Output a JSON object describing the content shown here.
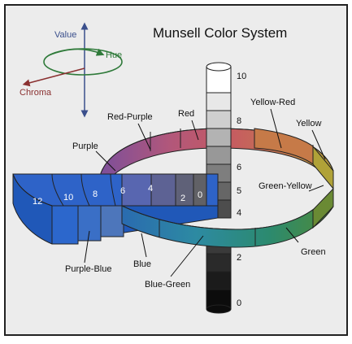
{
  "title": "Munsell Color System",
  "legend": {
    "value": "Value",
    "hue": "Hue",
    "chroma": "Chroma"
  },
  "value_scale": [
    "10",
    "8",
    "6",
    "5",
    "4",
    "2",
    "0"
  ],
  "chroma_scale": [
    "12",
    "10",
    "8",
    "6",
    "4",
    "2",
    "0"
  ],
  "hues": {
    "red": "Red",
    "red_purple": "Red-Purple",
    "purple": "Purple",
    "yellow_red": "Yellow-Red",
    "yellow": "Yellow",
    "green_yellow": "Green-Yellow",
    "green": "Green",
    "blue_green": "Blue-Green",
    "blue": "Blue",
    "purple_blue": "Purple-Blue"
  },
  "colors": {
    "background": "#ececec",
    "border": "#222222",
    "value_axis": "#3a4f8c",
    "hue_ring": "#2f7a3a",
    "chroma_axis": "#8a3030"
  }
}
